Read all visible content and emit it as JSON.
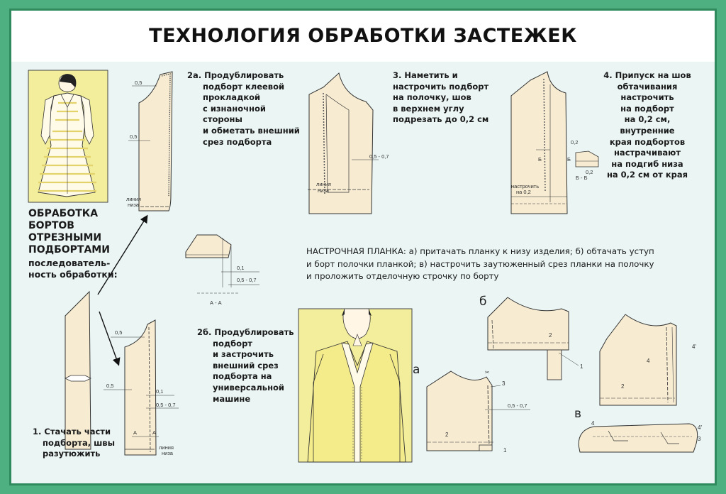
{
  "title": "ТЕХНОЛОГИЯ ОБРАБОТКИ ЗАСТЕЖЕК",
  "section_caption": {
    "lines": [
      "ОБРАБОТКА",
      "БОРТОВ",
      "ОТРЕЗНЫМИ",
      "ПОДБОРТАМИ"
    ]
  },
  "section_sub": {
    "lines": [
      "последователь-",
      "ность обработки:"
    ]
  },
  "step1": {
    "lines": [
      "1. Стачать части",
      "подборта, швы",
      "разутюжить"
    ]
  },
  "step2a": {
    "lines": [
      "2а. Продублировать",
      "подборт клеевой",
      "прокладкой",
      "с изнаночной",
      "стороны",
      "и обметать внешний",
      "срез подборта"
    ]
  },
  "step2b": {
    "lines": [
      "2б. Продублировать",
      "подборт",
      "и застрочить",
      "внешний срез",
      "подборта на",
      "универсальной",
      "машине"
    ]
  },
  "step3": {
    "lines": [
      "3. Наметить и",
      "настрочить подборт",
      "на полочку, шов",
      "в верхнем  углу",
      "подрезать до 0,2 см"
    ]
  },
  "step4": {
    "lines": [
      "4. Припуск на шов",
      "обтачивания",
      "настрочить",
      "на подборт",
      "на 0,2 см,",
      "внутренние",
      "края подбортов",
      "настрачивают",
      "на подгиб низа",
      "на 0,2 см от края"
    ]
  },
  "placket": {
    "lines": [
      "НАСТРОЧНАЯ ПЛАНКА: а) притачать планку к низу изделия; б) обтачать уступ",
      "и борт полочки планкой; в) настрочить заутюженный срез планки на полочку",
      "и проложить отделочную строчку по борту"
    ]
  },
  "letters": {
    "a": "а",
    "b": "б",
    "v": "в"
  },
  "labels": {
    "d05": "0,5",
    "d01": "0,1",
    "d05_07": "0,5 - 0,7",
    "d02": "0,2",
    "section_aa": "А - А",
    "a": "А",
    "b": "Б",
    "section_bb": "Б - Б",
    "liniya": "линия",
    "niza": "низа",
    "nastrochit": "настрочить",
    "na02": "на 0,2",
    "n1": "1",
    "n2": "2",
    "n3": "3",
    "n4": "4",
    "n4p": "4'"
  },
  "colors": {
    "fabric": "#f7ecd2",
    "accent_green": "#4eb081",
    "yellow": "#f2ee9c",
    "line": "#333333"
  }
}
